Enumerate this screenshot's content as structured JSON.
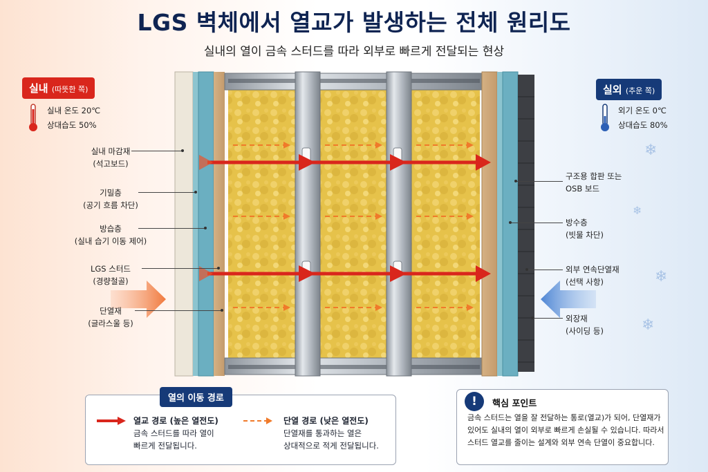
{
  "title": "LGS 벽체에서 열교가 발생하는 전체 원리도",
  "subtitle": "실내의 열이 금속 스터드를 따라 외부로 빠르게 전달되는 현상",
  "indoor": {
    "badge": "실내",
    "badge_sub": "(따뜻한 쪽)",
    "temp": "실내 온도 20℃",
    "humidity": "상대습도 50%",
    "icon": "thermometer-hot-icon",
    "color": "#d9261c"
  },
  "outdoor": {
    "badge": "실외",
    "badge_sub": "(추운 쪽)",
    "temp": "외기 온도 0℃",
    "humidity": "상대습도 80%",
    "icon": "thermometer-cold-icon",
    "color": "#163a78"
  },
  "layers_left": [
    {
      "name": "실내 마감재",
      "sub": "(석고보드)"
    },
    {
      "name": "기밀층",
      "sub": "(공기 흐름 차단)"
    },
    {
      "name": "방습층",
      "sub": "(실내 습기 이동 제어)"
    },
    {
      "name": "LGS 스터드",
      "sub": "(경량철골)"
    },
    {
      "name": "단열재",
      "sub": "(글라스울 등)"
    }
  ],
  "layers_right": [
    {
      "name": "구조용 합판 또는",
      "sub": "OSB 보드"
    },
    {
      "name": "방수층",
      "sub": "(빗물 차단)"
    },
    {
      "name": "외부 연속단열재",
      "sub": "(선택 사항)"
    },
    {
      "name": "외장재",
      "sub": "(사이딩 등)"
    }
  ],
  "legend": {
    "heading": "열의 이동 경로",
    "bridge": {
      "title": "열교 경로 (높은 열전도)",
      "line1": "금속 스터드를 따라 열이",
      "line2": "빠르게 전달됩니다.",
      "color": "#d9261c"
    },
    "insulation": {
      "title": "단열 경로 (낮은 열전도)",
      "line1": "단열재를 통과하는 열은",
      "line2": "상대적으로 적게 전달됩니다.",
      "color": "#f07a2a"
    }
  },
  "key_point": {
    "icon": "exclamation-icon",
    "icon_glyph": "!",
    "title": "핵심 포인트",
    "text": "금속 스터드는 열을 잘 전달하는 통로(열교)가 되어, 단열재가 있어도 실내의 열이 외부로 빠르게 손실될 수 있습니다. 따라서 스터드 열교를 줄이는 설계와 외부 연속 단열이 중요합니다."
  }
}
